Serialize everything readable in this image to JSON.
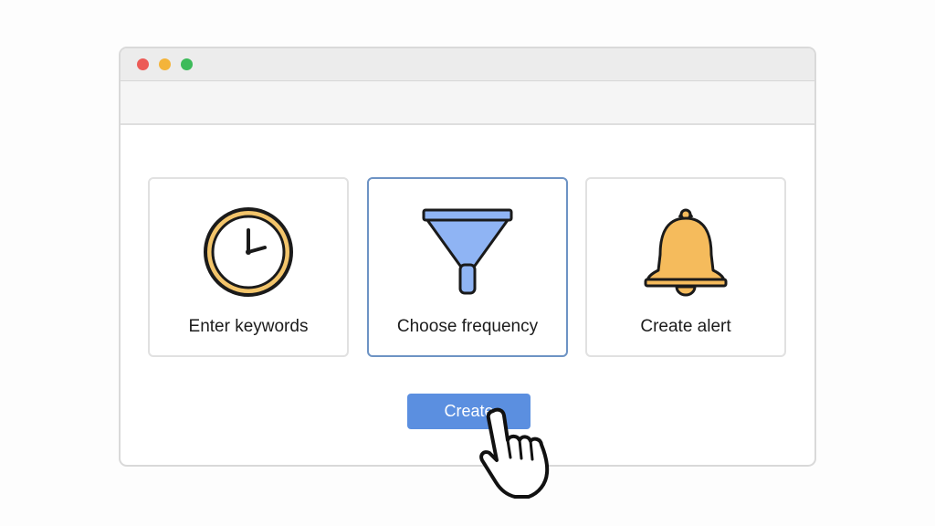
{
  "window": {
    "controls": {
      "close_color": "#ec5b57",
      "minimize_color": "#f4b43a",
      "maximize_color": "#3dbb5a"
    }
  },
  "steps": [
    {
      "label": "Enter keywords",
      "icon": "clock-icon",
      "selected": false
    },
    {
      "label": "Choose frequency",
      "icon": "funnel-icon",
      "selected": true
    },
    {
      "label": "Create alert",
      "icon": "bell-icon",
      "selected": false
    }
  ],
  "actions": {
    "create_label": "Create"
  },
  "colors": {
    "accent": "#5b8fe0",
    "selected_border": "#6d93c4",
    "funnel": "#8fb4f4",
    "clock": "#f3c56b",
    "bell": "#f5bb5c"
  },
  "cursor": {
    "icon": "hand-pointer-icon"
  }
}
